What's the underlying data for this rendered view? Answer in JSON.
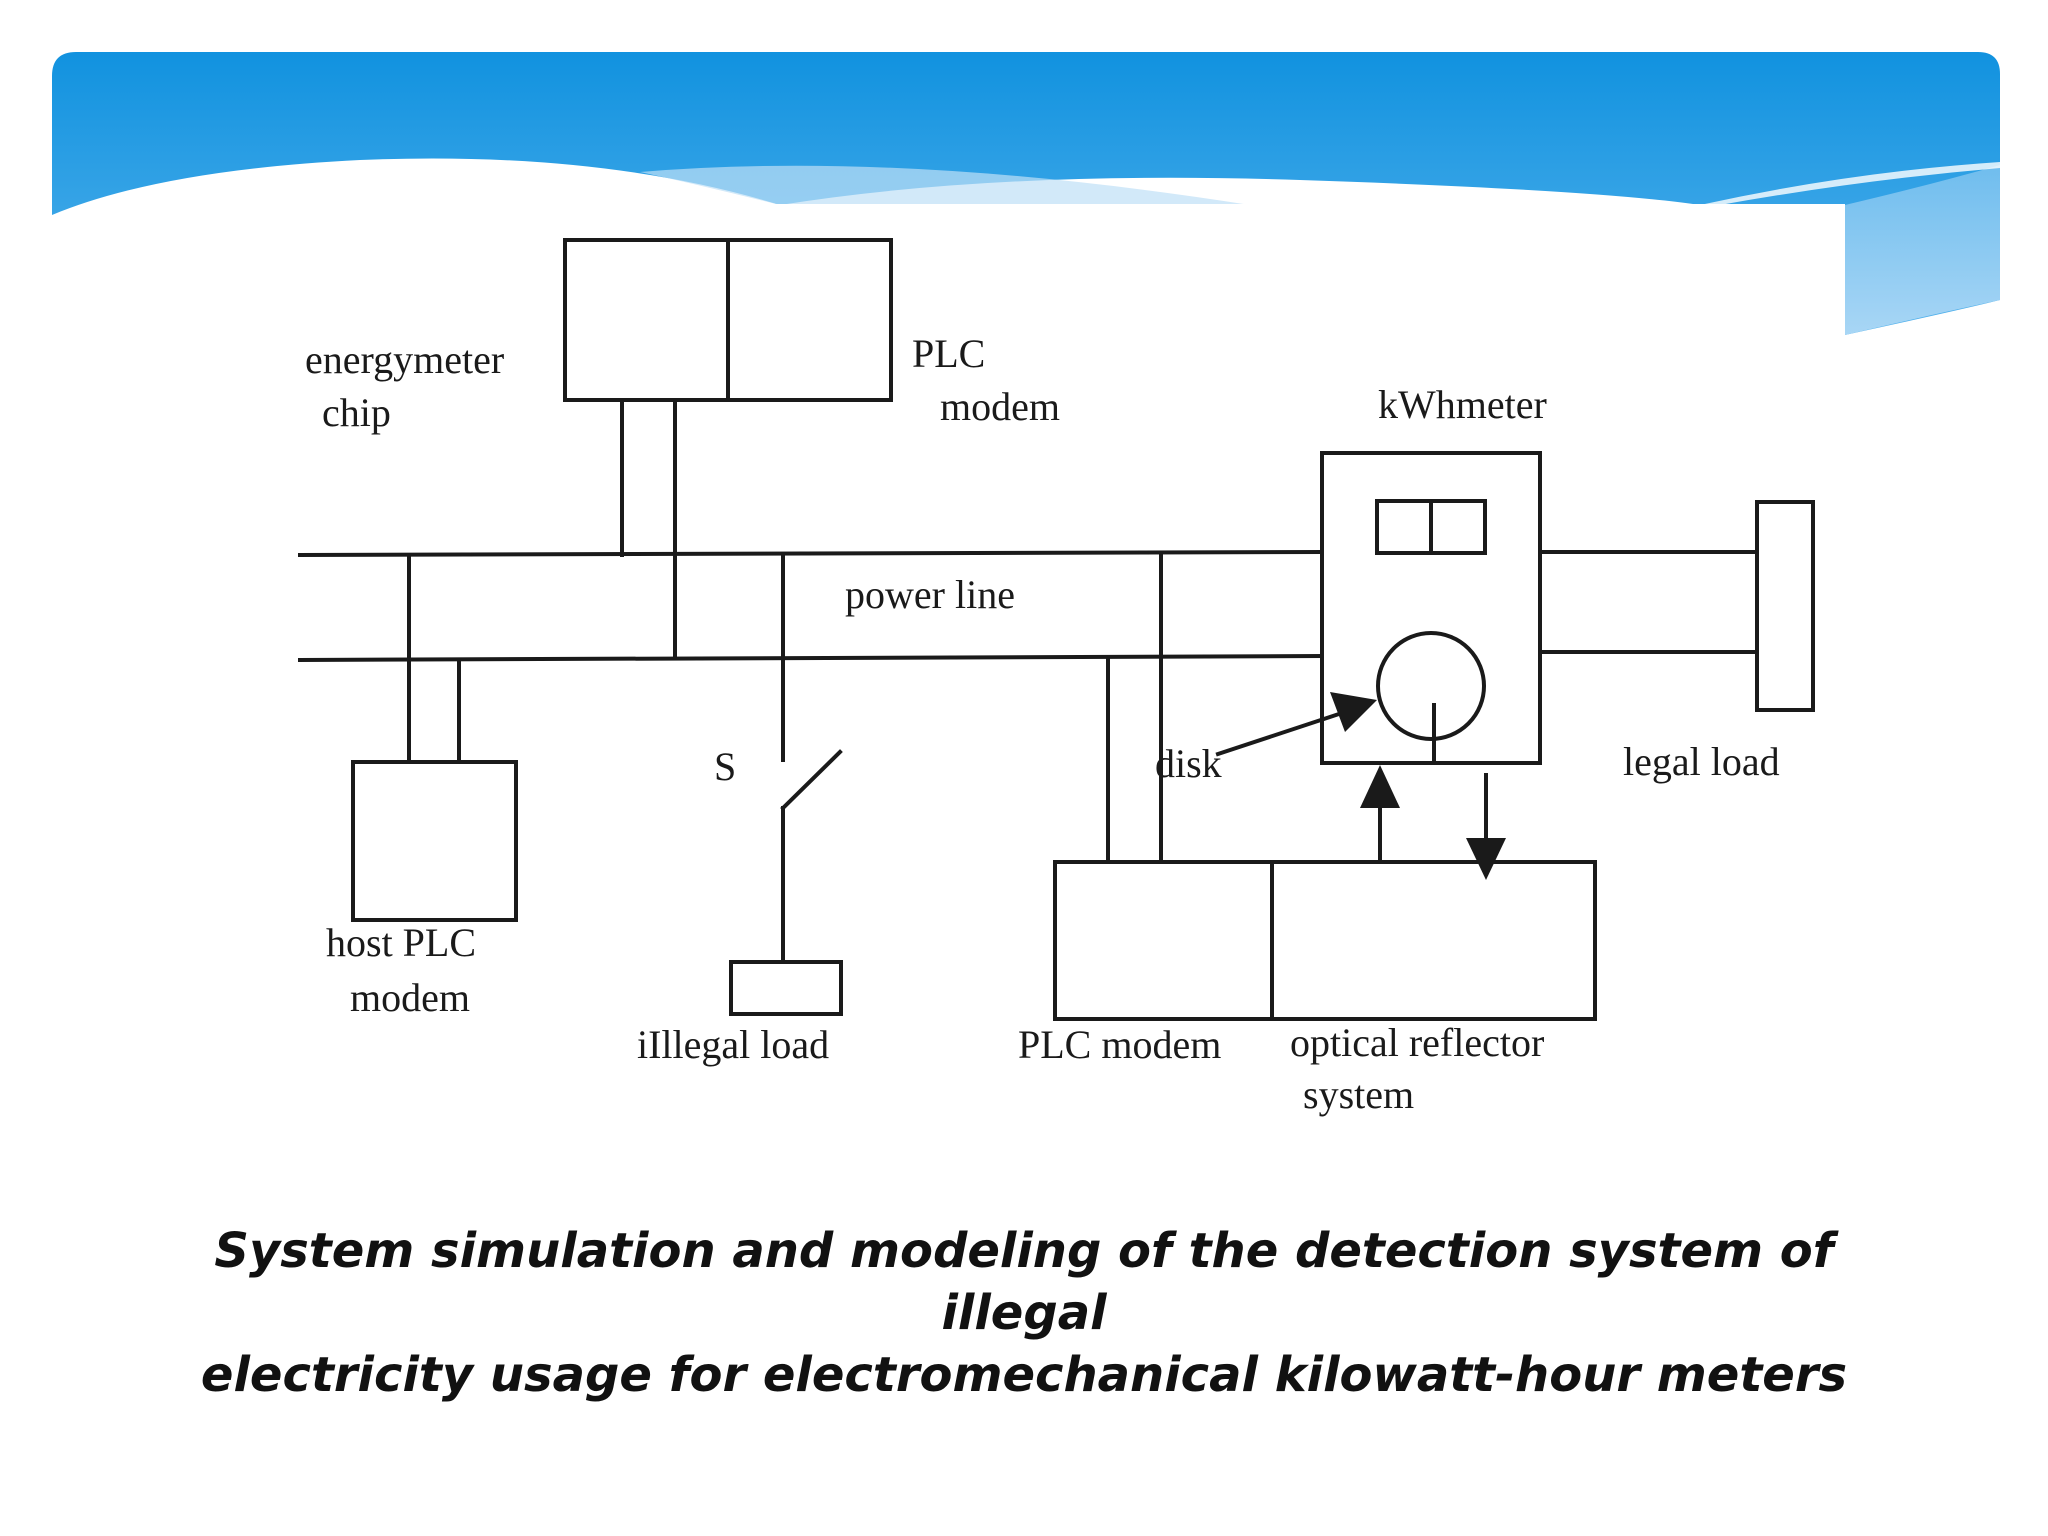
{
  "slide": {
    "accent_color": "#1a96e0",
    "light_accent_color": "#8cc9f2"
  },
  "diagram": {
    "labels": {
      "energymeter_line1": "energymeter",
      "energymeter_line2": "chip",
      "plc_top_line1": "PLC",
      "plc_top_line2": "modem",
      "kwhmeter": "kWhmeter",
      "power_line": "power line",
      "switch": "S",
      "disk": "disk",
      "legal_load": "legal load",
      "host_plc_line1": "host PLC",
      "host_plc_line2": "modem",
      "illegal_load": "iIllegal load",
      "plc_modem_bottom": "PLC modem",
      "optical_line1": "optical reflector",
      "optical_line2": "system"
    }
  },
  "caption": {
    "line1": "System simulation and modeling of the detection system of illegal",
    "line2": "electricity usage for electromechanical kilowatt-hour meters"
  }
}
